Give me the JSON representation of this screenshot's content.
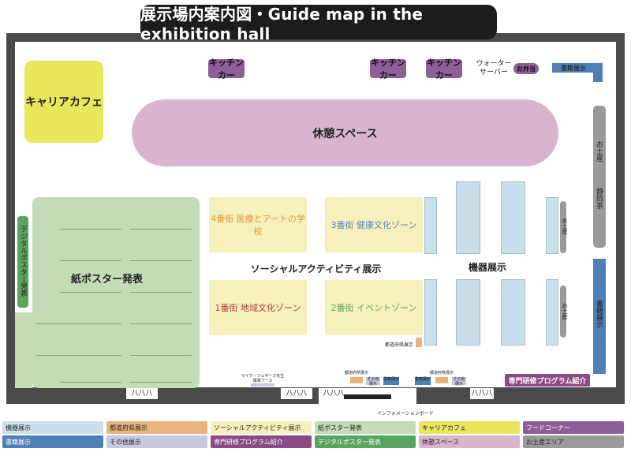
{
  "title": "展示場内案内図・Guide map in the exhibition hall",
  "areas": {
    "career_cafe": "キャリアカフェ",
    "rest_space": "休憩スペース",
    "paper_poster": "紙ポスター発表",
    "digital_poster": "デジタルポスター発表",
    "social_activity": "ソーシャルアクティビティ展示",
    "equipment": "機器展示",
    "street4": "4番街 医療とアートの学校",
    "street3": "3番街 健康文化ゾーン",
    "street1": "1番街 地域文化ゾーン",
    "street2": "2番街 イベントゾーン",
    "training_program": "専門研修プログラム紹介",
    "book_display_top": "書籍展示",
    "book_display_right": "書籍展示",
    "souvenir_shizuoka_top": "お土産",
    "souvenir_shizuoka_bottom": "静岡茶",
    "souvenir_mid": "お土産",
    "souvenir_low": "お土産",
    "prefecture_small": "都道府県展示",
    "info_board": "インフォメーションボード",
    "mic_booth": "マイク・フェザーズ先生 講演ブース",
    "pref_a": "都道府県展示",
    "pref_b": "都道府県展示",
    "other_a": "その他 展示",
    "other_b": "その他 展示",
    "book_a": "書籍展示",
    "book_b": "書籍展示",
    "door": "八八八"
  },
  "kitchen": {
    "car1": "キッチンカー",
    "car2": "キッチンカー",
    "car3": "キッチンカー",
    "water": "ウォーター サーバー",
    "bento": "お弁当"
  },
  "legend": [
    {
      "label": "機器展示",
      "color": "#c9e0ea"
    },
    {
      "label": "都道府県展示",
      "color": "#e8b47c"
    },
    {
      "label": "ソーシャルアクティビティ展示",
      "color": "#f6f0bc"
    },
    {
      "label": "紙ポスター発表",
      "color": "#c2dcb6"
    },
    {
      "label": "キャリアカフェ",
      "color": "#e9e65c"
    },
    {
      "label": "フードコーナー",
      "color": "#8e5e98"
    },
    {
      "label": "書籍展示",
      "color": "#4e7fb5"
    },
    {
      "label": "その他展示",
      "color": "#c7c9e0"
    },
    {
      "label": "専門研修プログラム紹介",
      "color": "#8a4a86"
    },
    {
      "label": "デジタルポスター発表",
      "color": "#5aa55e"
    },
    {
      "label": "休憩スペース",
      "color": "#d8b4cf"
    },
    {
      "label": "お土産エリア",
      "color": "#9a9a9a"
    }
  ]
}
